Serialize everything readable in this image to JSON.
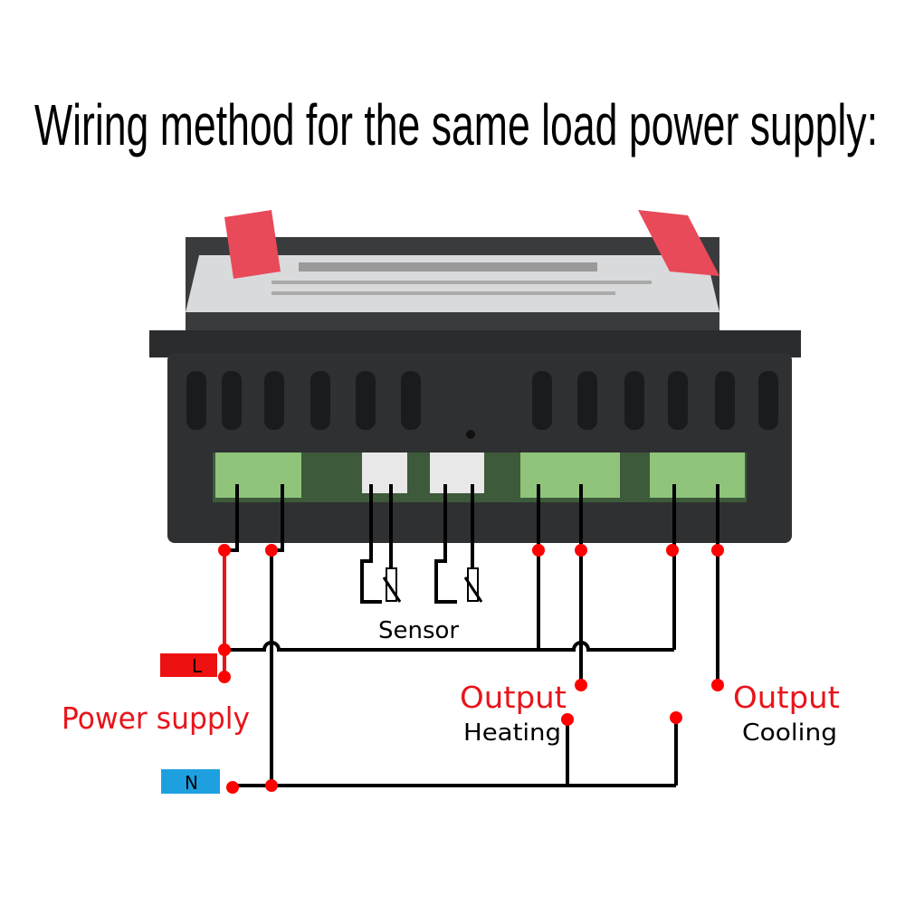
{
  "title": "Wiring method for the same load power supply:",
  "labels": {
    "sensor": "Sensor",
    "power_supply": "Power supply",
    "live": "L",
    "neutral": "N",
    "output_heating_title": "Output",
    "output_heating_sub": "Heating",
    "output_cooling_title": "Output",
    "output_cooling_sub": "Cooling"
  },
  "colors": {
    "live_wire": "#e8141b",
    "live_box": "#ee1111",
    "neutral_box": "#1ea0e0",
    "dot": "#ff0000",
    "device_body": "#2f3032",
    "terminal_block": "#8fc47a",
    "clip": "#e84a5a"
  }
}
